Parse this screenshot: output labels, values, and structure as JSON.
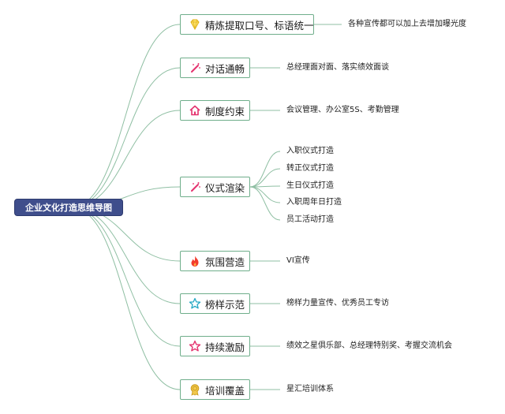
{
  "root": {
    "label": "企业文化打造思维导图"
  },
  "branches": [
    {
      "label": "精炼提取口号、标语统一",
      "icon": "diamond-icon",
      "details": [
        "各种宣传都可以加上去增加曝光度"
      ]
    },
    {
      "label": "对话通畅",
      "icon": "magic-wand-icon",
      "details": [
        "总经理面对面、落实绩效面谈"
      ]
    },
    {
      "label": "制度约束",
      "icon": "house-icon",
      "details": [
        "会议管理、办公室5S、考勤管理"
      ]
    },
    {
      "label": "仪式渲染",
      "icon": "magic-wand-icon",
      "details": [
        "入职仪式打造",
        "转正仪式打造",
        "生日仪式打造",
        "入职周年日打造",
        "员工活动打造"
      ]
    },
    {
      "label": "氛围营造",
      "icon": "flame-icon",
      "details": [
        "VI宣传"
      ]
    },
    {
      "label": "榜样示范",
      "icon": "star-outline-icon",
      "details": [
        "榜样力量宣传、优秀员工专访"
      ]
    },
    {
      "label": "持续激励",
      "icon": "star-outline-icon",
      "details": [
        "绩效之星俱乐部、总经理特别奖、考握交流机会"
      ]
    },
    {
      "label": "培训覆盖",
      "icon": "medal-icon",
      "details": [
        "星汇培训体系"
      ]
    }
  ],
  "colors": {
    "root_fill": "#3f4e8c",
    "branch_border": "#6fae8b",
    "connector": "#8fbfa3"
  }
}
